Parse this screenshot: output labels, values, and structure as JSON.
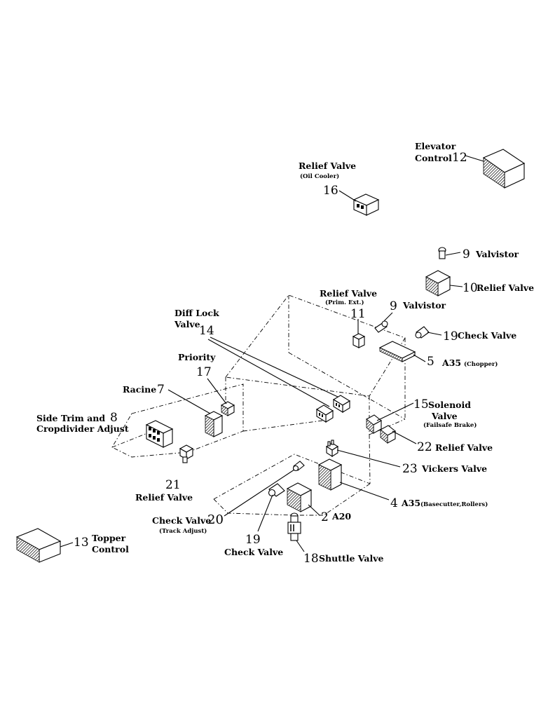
{
  "labels": {
    "elevator_control_a": "Elevator",
    "elevator_control_b": "Control",
    "relief_valve_16": "Relief Valve",
    "oil_cooler": "(Oil Cooler)",
    "valvistor_top": "Valvistor",
    "relief_valve_10": "Relief Valve",
    "relief_valve_11": "Relief Valve",
    "prim_ext": "(Prim. Ext.)",
    "valvistor_mid": "Valvistor",
    "diff_lock_a": "Diff Lock",
    "diff_lock_b": "Valve",
    "check_valve_19_top": "Check Valve",
    "a35_chopper": "A35",
    "chopper": "(Chopper)",
    "priority": "Priority",
    "racine": "Racine",
    "solenoid_a": "Solenoid",
    "solenoid_b": "Valve",
    "failsafe": "(Failsafe Brake)",
    "side_trim_a": "Side Trim and",
    "side_trim_b": "Cropdivider Adjust",
    "relief_valve_22": "Relief Valve",
    "vickers": "Vickers Valve",
    "relief_valve_21": "Relief Valve",
    "a35_base": "A35",
    "basecutter": "(Basecutter,Rollers)",
    "a20": "A20",
    "check_valve_20": "Check Valve",
    "track_adjust": "(Track Adjust)",
    "check_valve_19_bottom": "Check Valve",
    "shuttle": "Shuttle Valve",
    "topper_a": "Topper",
    "topper_b": "Control"
  },
  "numbers": {
    "n12": "12",
    "n16": "16",
    "n9a": "9",
    "n10": "10",
    "n11": "11",
    "n9b": "9",
    "n14": "14",
    "n19a": "19",
    "n5": "5",
    "n17": "17",
    "n7": "7",
    "n15": "15",
    "n8": "8",
    "n22": "22",
    "n23": "23",
    "n21": "21",
    "n4": "4",
    "n2": "2",
    "n20": "20",
    "n19b": "19",
    "n18": "18",
    "n13": "13"
  }
}
